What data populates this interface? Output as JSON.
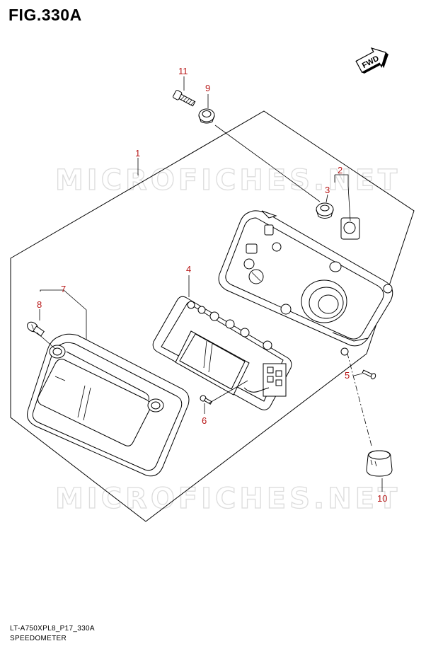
{
  "figure": {
    "title": "FIG.330A",
    "model_code": "LT-A750XPL8_P17_330A",
    "part_name": "SPEEDOMETER"
  },
  "watermark": "MICROFICHES.NET",
  "fwd_label": "FWD",
  "callouts": [
    {
      "id": "11",
      "label": "11"
    },
    {
      "id": "9",
      "label": "9"
    },
    {
      "id": "1",
      "label": "1"
    },
    {
      "id": "2",
      "label": "2"
    },
    {
      "id": "3",
      "label": "3"
    },
    {
      "id": "4",
      "label": "4"
    },
    {
      "id": "7",
      "label": "7"
    },
    {
      "id": "8",
      "label": "8"
    },
    {
      "id": "5",
      "label": "5"
    },
    {
      "id": "6",
      "label": "6"
    },
    {
      "id": "10",
      "label": "10"
    }
  ],
  "colors": {
    "callout": "#b81818",
    "line": "#000000",
    "watermark": "#dcdcdc"
  }
}
